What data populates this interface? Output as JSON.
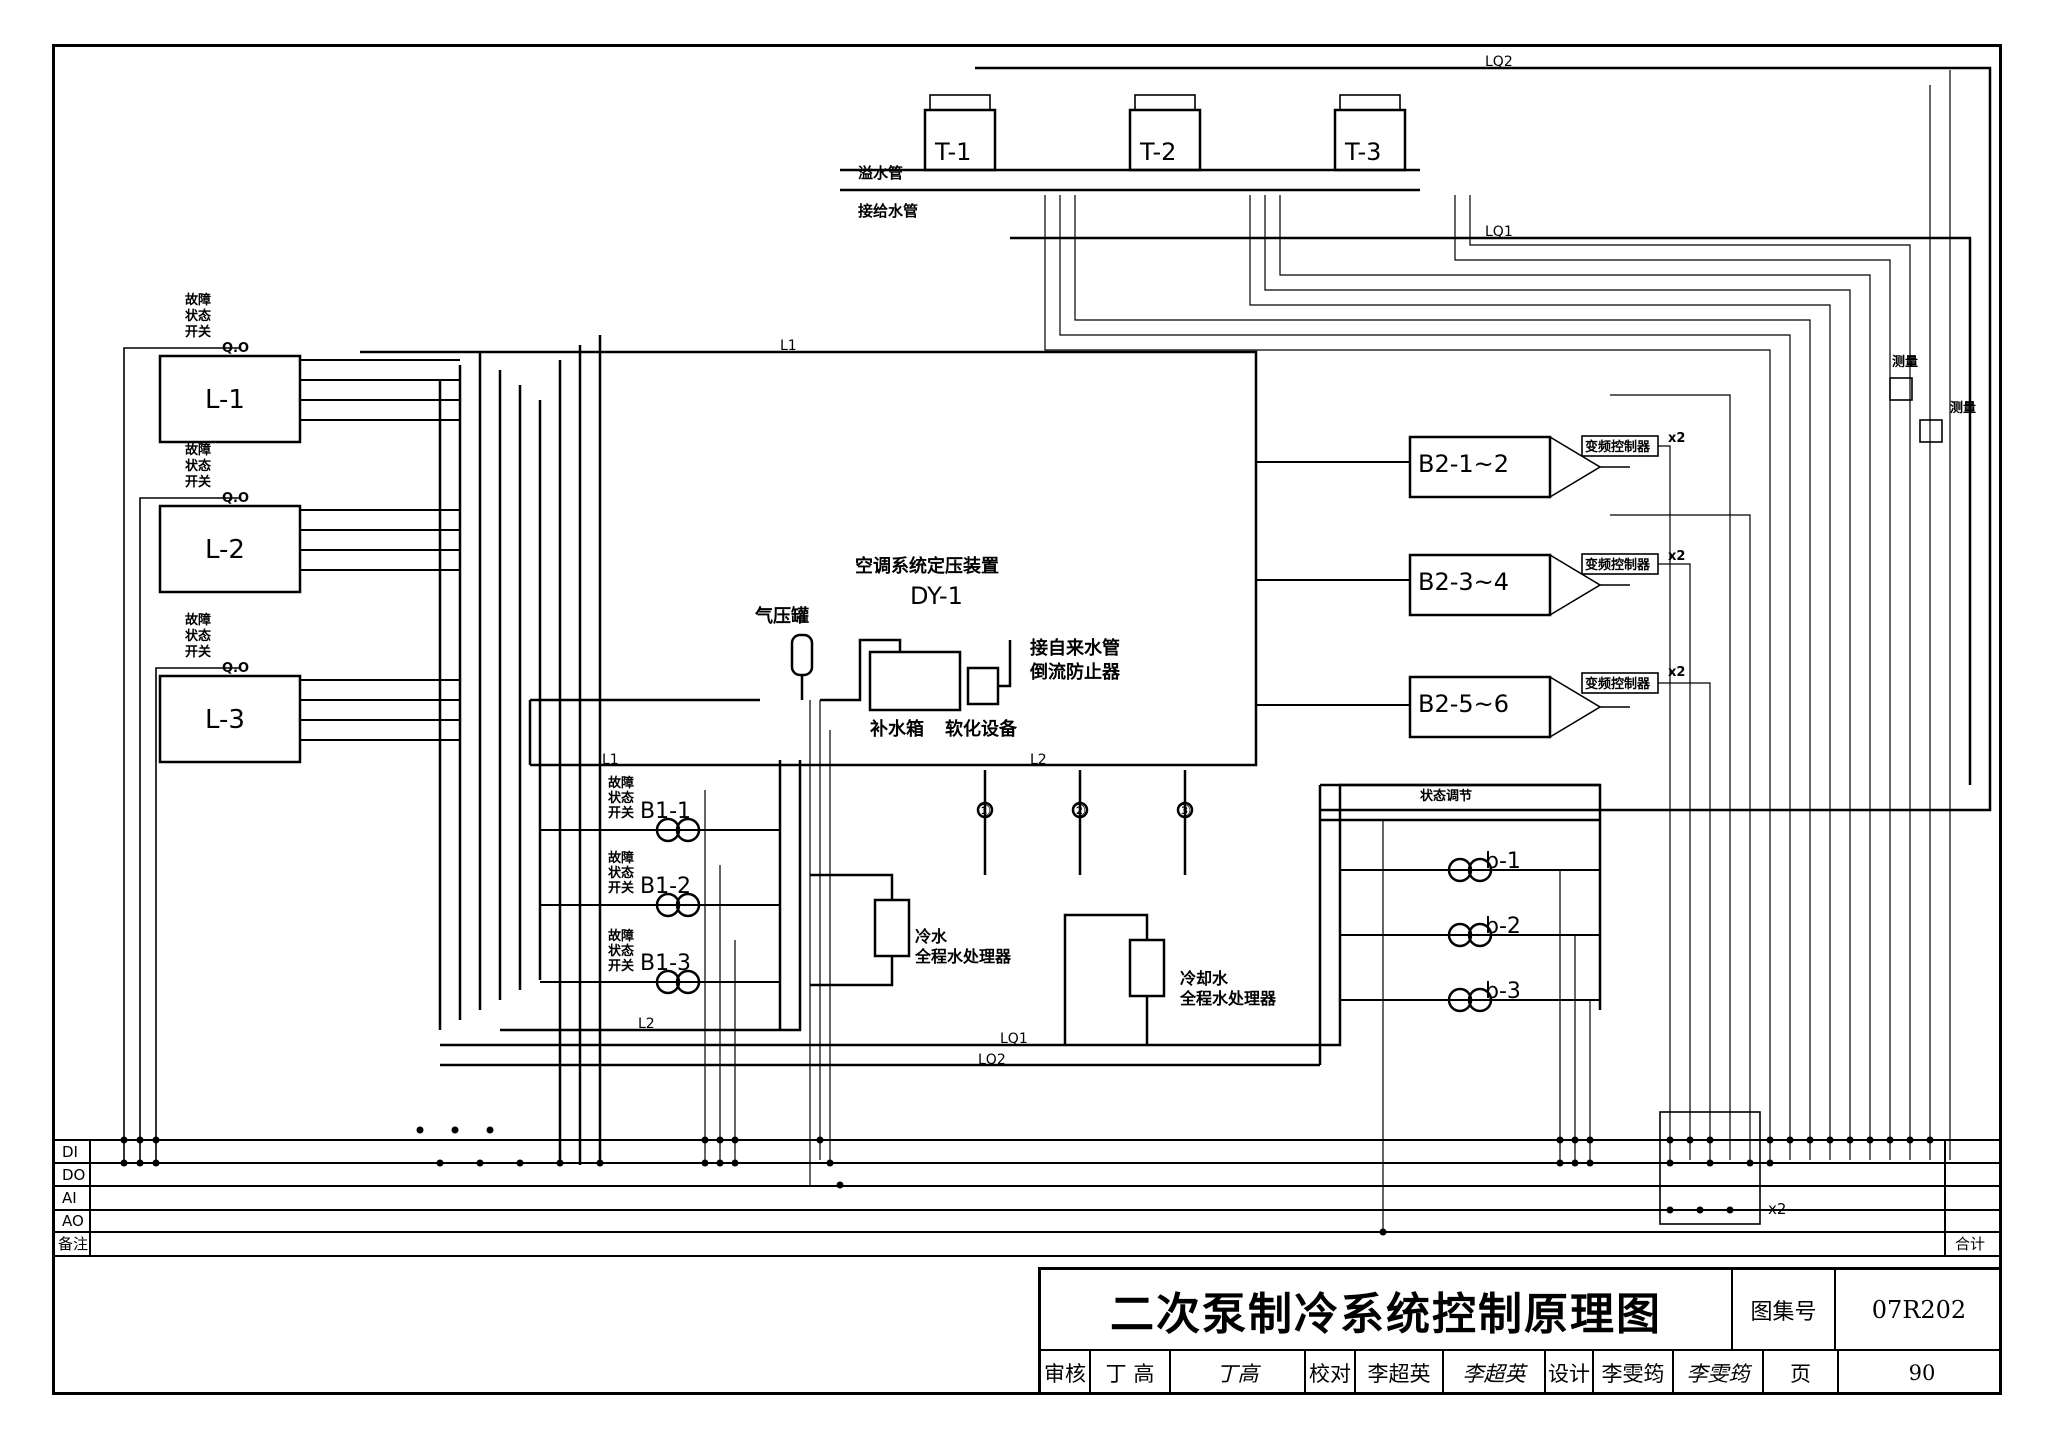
{
  "title_block": {
    "drawing_title": "二次泵制冷系统控制原理图",
    "atlas_label": "图集号",
    "atlas_no": "07R202",
    "review_label": "审核",
    "reviewer": "丁 高",
    "reviewer_sign": "丁高",
    "check_label": "校对",
    "checker": "李超英",
    "checker_sign": "李超英",
    "design_label": "设计",
    "designer": "李雯筠",
    "designer_sign": "李雯筠",
    "page_label": "页",
    "page_no": "90"
  },
  "signal_rows": [
    "DI",
    "DO",
    "AI",
    "AO",
    "备注"
  ],
  "total_label": "合计",
  "multiplier": "x2",
  "cooling_towers": [
    {
      "id": "T-1"
    },
    {
      "id": "T-2"
    },
    {
      "id": "T-3"
    }
  ],
  "tower_labels": {
    "overflow": "溢水管",
    "makeup": "接给水管",
    "status_switch": "状态开关",
    "fault": "故障",
    "status": "状态",
    "switch": "开关"
  },
  "chillers": [
    {
      "id": "L-1"
    },
    {
      "id": "L-2"
    },
    {
      "id": "L-3"
    }
  ],
  "pumps_primary": [
    {
      "id": "B1-1"
    },
    {
      "id": "B1-2"
    },
    {
      "id": "B1-3"
    }
  ],
  "pumps_secondary": [
    {
      "id": "B2-1~2"
    },
    {
      "id": "B2-3~4"
    },
    {
      "id": "B2-5~6"
    }
  ],
  "pumps_cooling": [
    {
      "id": "b-1"
    },
    {
      "id": "b-2"
    },
    {
      "id": "b-3"
    }
  ],
  "vfd_label": "变频控制器",
  "measure_label": "测量",
  "status_adjust_label": "状态调节",
  "qo_label": "Q.O",
  "pressurization": {
    "title": "空调系统定压装置",
    "id": "DY-1",
    "tank": "气压罐",
    "water_supply": "接自来水管",
    "backflow": "倒流防止器",
    "makeup_tank": "补水箱",
    "softener": "软化设备"
  },
  "chilled_treatment": {
    "line1": "冷水",
    "line2": "全程水处理器"
  },
  "cooling_treatment": {
    "line1": "冷却水",
    "line2": "全程水处理器"
  },
  "pipe_labels": {
    "L1": "L1",
    "L2": "L2",
    "LQ1": "LQ1",
    "LQ2": "LQ2"
  },
  "branch_marks": [
    "①",
    "②",
    "③"
  ]
}
